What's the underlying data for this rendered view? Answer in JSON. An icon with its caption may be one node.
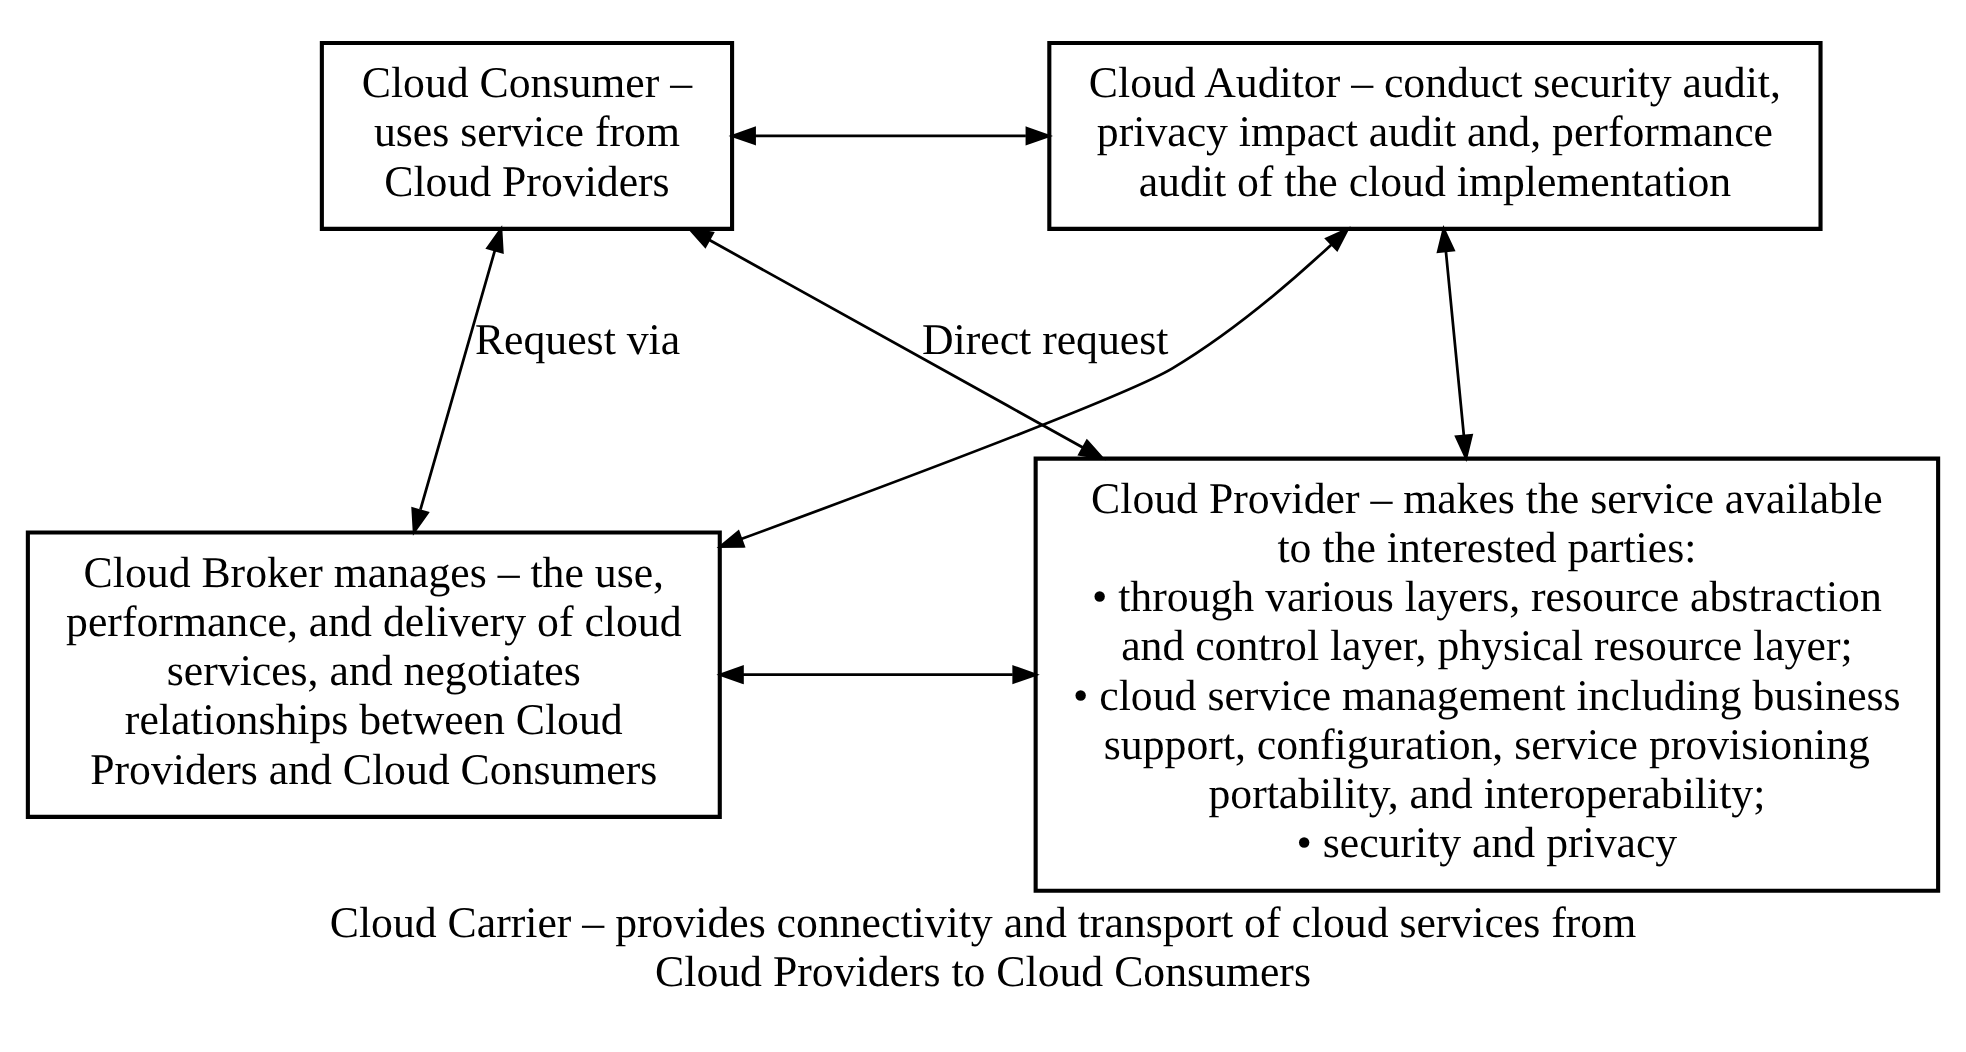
{
  "diagram": {
    "caption": "Cloud Carrier – provides connectivity and transport of cloud services from Cloud Providers to Cloud Consumers",
    "nodes": [
      {
        "text": [
          "Cloud Consumer – uses service from Cloud Providers"
        ]
      },
      {
        "text": [
          "Cloud Auditor – conduct security audit, privacy impact audit and, performance audit of the cloud implementation"
        ]
      },
      {
        "text": [
          "Cloud Broker manages – the use, performance, and delivery of cloud services, and negotiates relationships between Cloud Providers and Cloud Consumers"
        ]
      },
      {
        "text": [
          "Cloud Provider – makes the service available to the interested parties:",
          "• through various layers, resource abstraction and control layer, physical resource layer;",
          "• cloud service management including business support, configuration, service provisioning portability, and interoperability;",
          "• security and privacy"
        ]
      }
    ],
    "edges": [
      {
        "from": 0,
        "to": 1,
        "arrow": "both"
      },
      {
        "from": 0,
        "to": 3,
        "arrow": "both",
        "label": "Direct request"
      },
      {
        "from": 0,
        "to": 2,
        "arrow": "both",
        "label": "Request via"
      },
      {
        "from": 2,
        "to": 1,
        "arrow": "both"
      },
      {
        "from": 1,
        "to": 3,
        "arrow": "both"
      },
      {
        "from": 2,
        "to": 3,
        "arrow": "both"
      }
    ]
  }
}
